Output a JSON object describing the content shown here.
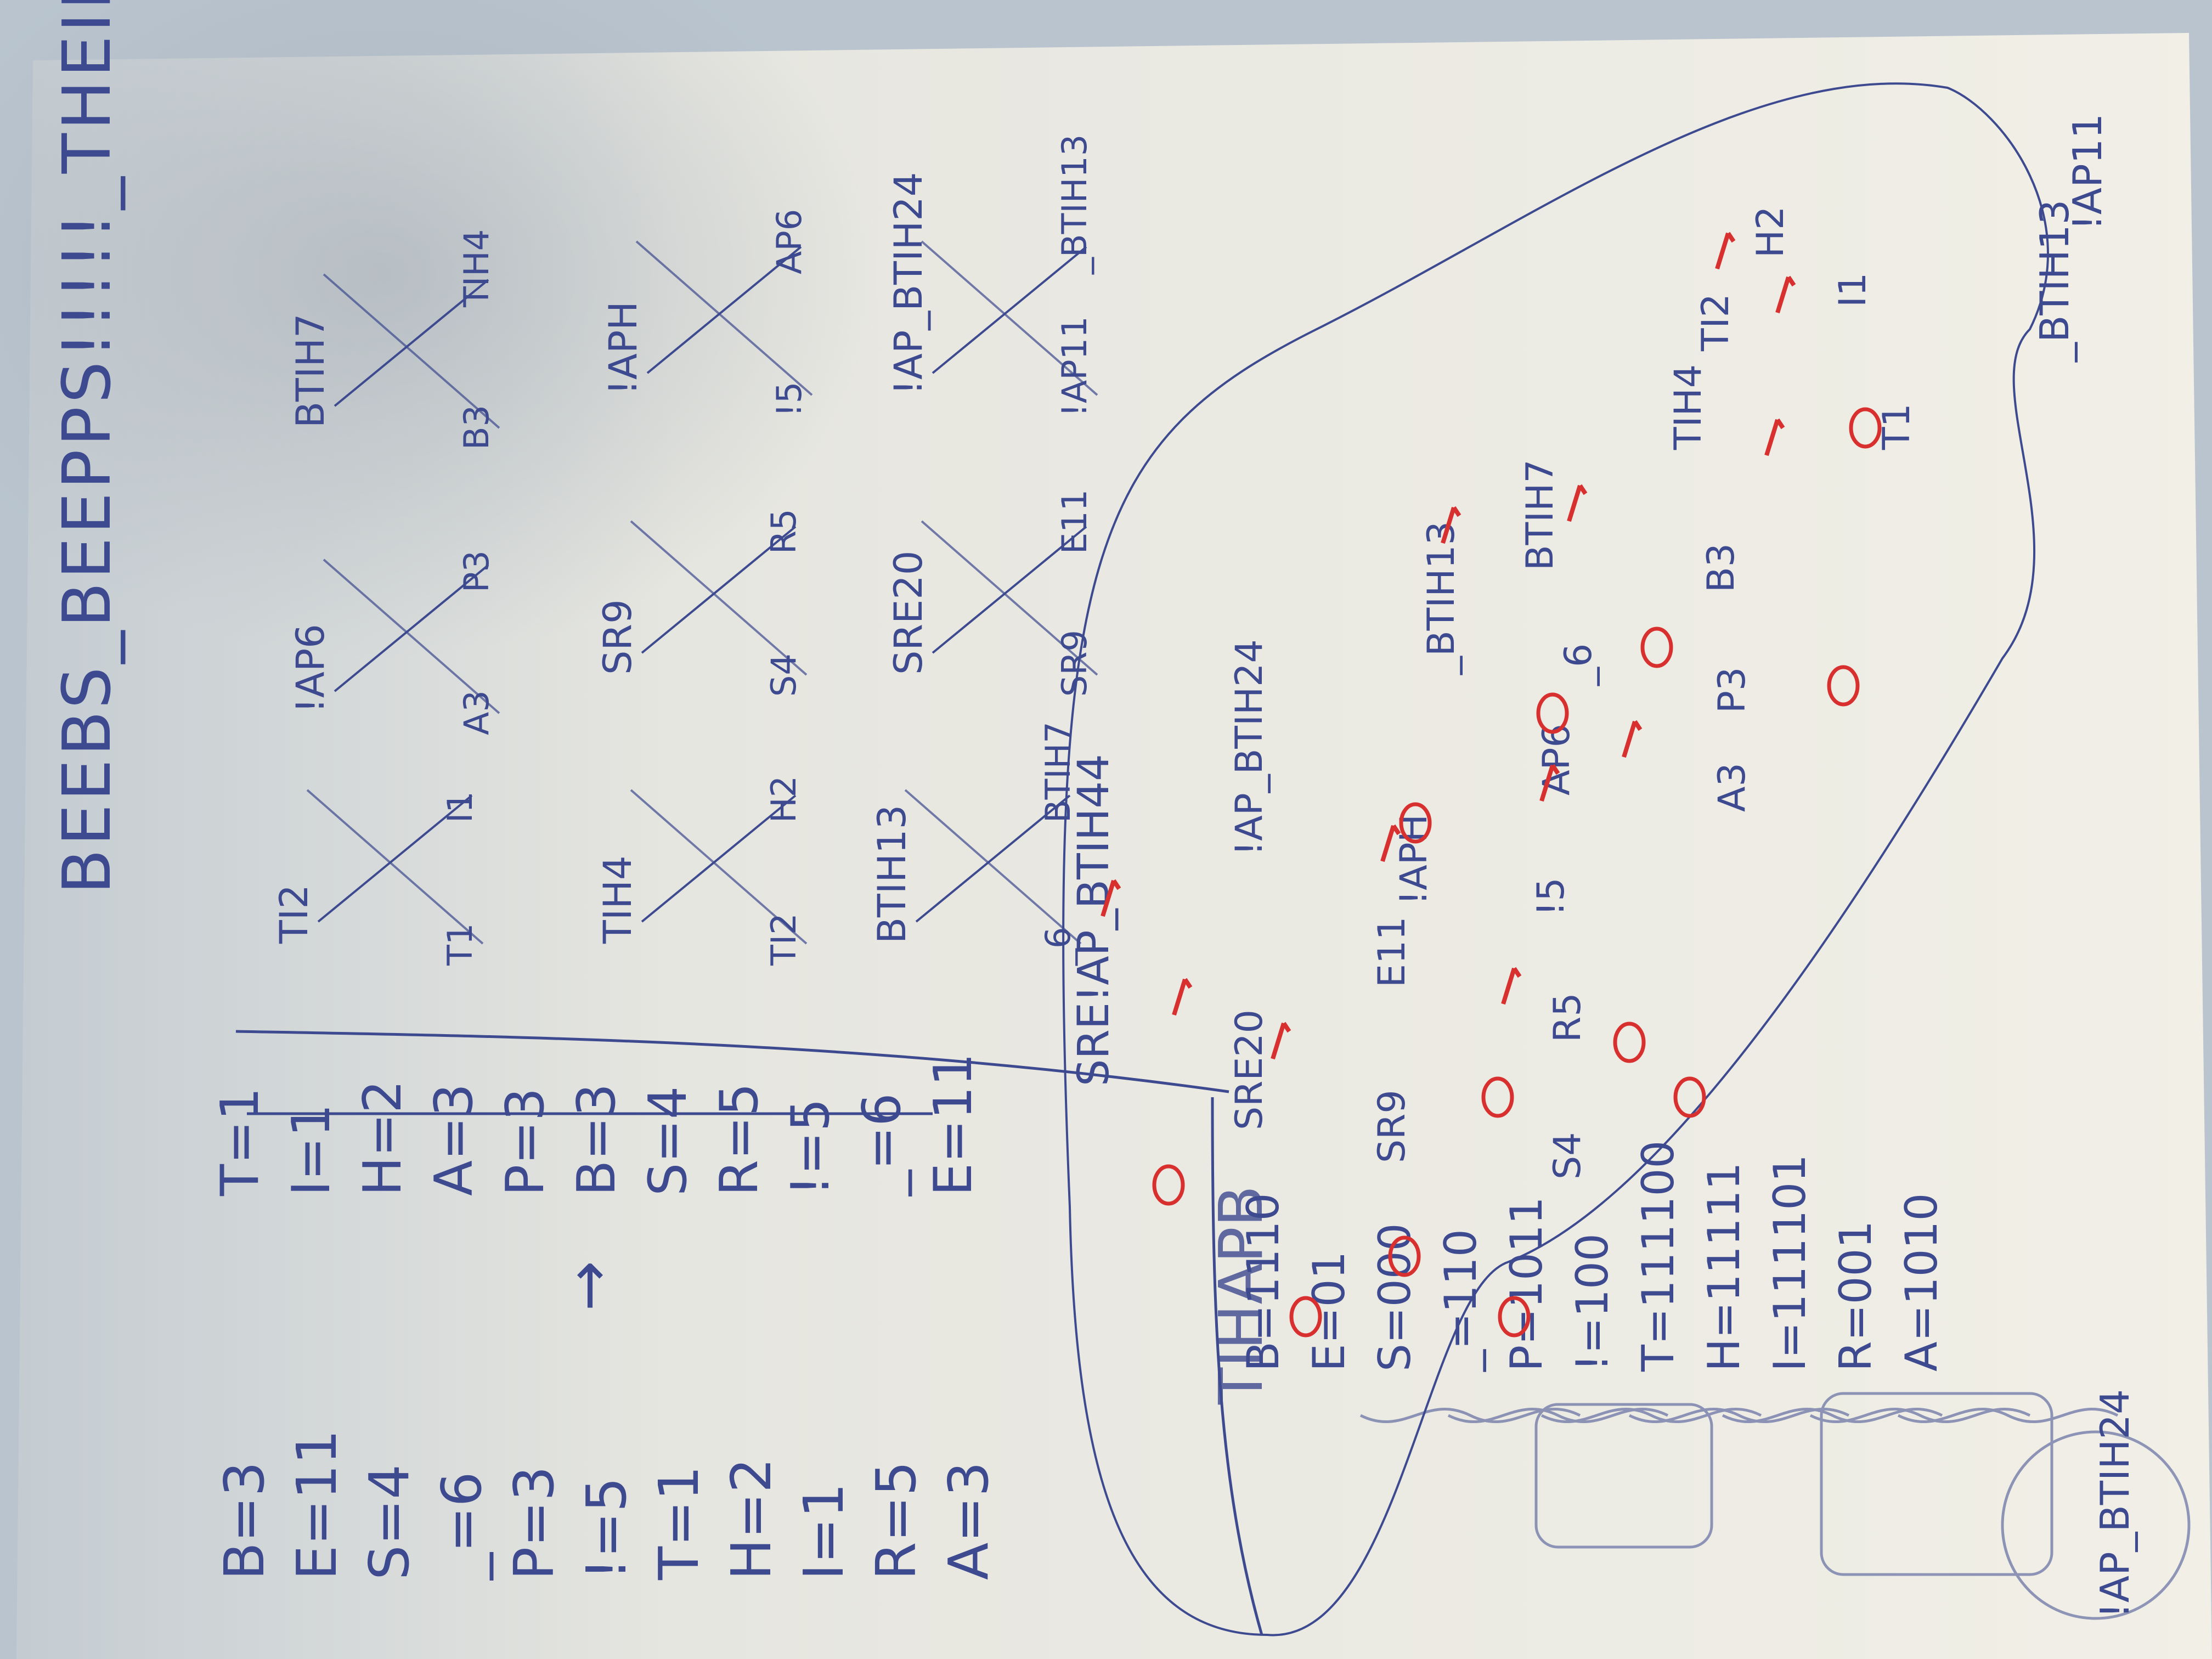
{
  "scene": {
    "subject": "handwritten notes on white paper, photographed rotated 90 degrees",
    "colors": {
      "background": "#b9c4cf",
      "paper": "#efede4",
      "paper_shadow": "#c9cdd1",
      "ink_blue": "#3d4a8f",
      "ink_red": "#d8302f"
    }
  },
  "title": "BEEBS_BEEPPS!!!!!_THEIR_EERIE_EARS_HEAR_BEARS",
  "frequency_table_left": [
    "B=3",
    "E=11",
    "S=4",
    "_=6",
    "P=3",
    "!=5",
    "T=1",
    "H=2",
    "I=1",
    "R=5",
    "A=3"
  ],
  "frequency_table_right": [
    "T=1",
    "I=1",
    "H=2",
    "A=3",
    "P=3",
    "B=3",
    "S=4",
    "R=5",
    "!=5",
    "_=6",
    "E=11"
  ],
  "codes": [
    "B=1110",
    "E=01",
    "S=000",
    "_=110",
    "P=1011",
    "!=100",
    "T=111100",
    "H=11111",
    "I=111101",
    "R=001",
    "A=1010"
  ],
  "tree_title": "TIHAPB",
  "crossed_pairs": [
    {
      "top": "TI2",
      "left": "T1",
      "right": "I1"
    },
    {
      "top": "!AP6",
      "left": "A3",
      "right": "P3"
    },
    {
      "top": "BTIH7",
      "left": "B3",
      "right": "TIH4"
    },
    {
      "top": "TIH4",
      "left": "TI2",
      "right": "H2"
    },
    {
      "top": "SR9",
      "left": "S4",
      "right": "R5"
    },
    {
      "top": "!APH",
      "left": "!5",
      "right": "AP6"
    },
    {
      "top": "BTIH13",
      "left": "_6",
      "right": "BTIH7"
    },
    {
      "top": "SRE20",
      "left": "SR9",
      "right": "E11"
    },
    {
      "top": "!AP_BTIH24",
      "left": "!AP11",
      "right": "_BTIH13"
    }
  ],
  "huffman_tree": {
    "root": "SRE!AP_BTIH44",
    "nodes": [
      "SRE20",
      "!AP_BTIH24",
      "SR9",
      "E11",
      "!APH",
      "_BTIH13",
      "S4",
      "R5",
      "!5",
      "AP6",
      "_6",
      "BTIH7",
      "A3",
      "P3",
      "B3",
      "TIH4",
      "TI2",
      "H2",
      "T1",
      "I1"
    ],
    "edge_labels": [
      "0",
      "1"
    ]
  },
  "bottom_notes": [
    "!AP_BTIH24",
    "_BTIH13",
    "!AP11"
  ]
}
